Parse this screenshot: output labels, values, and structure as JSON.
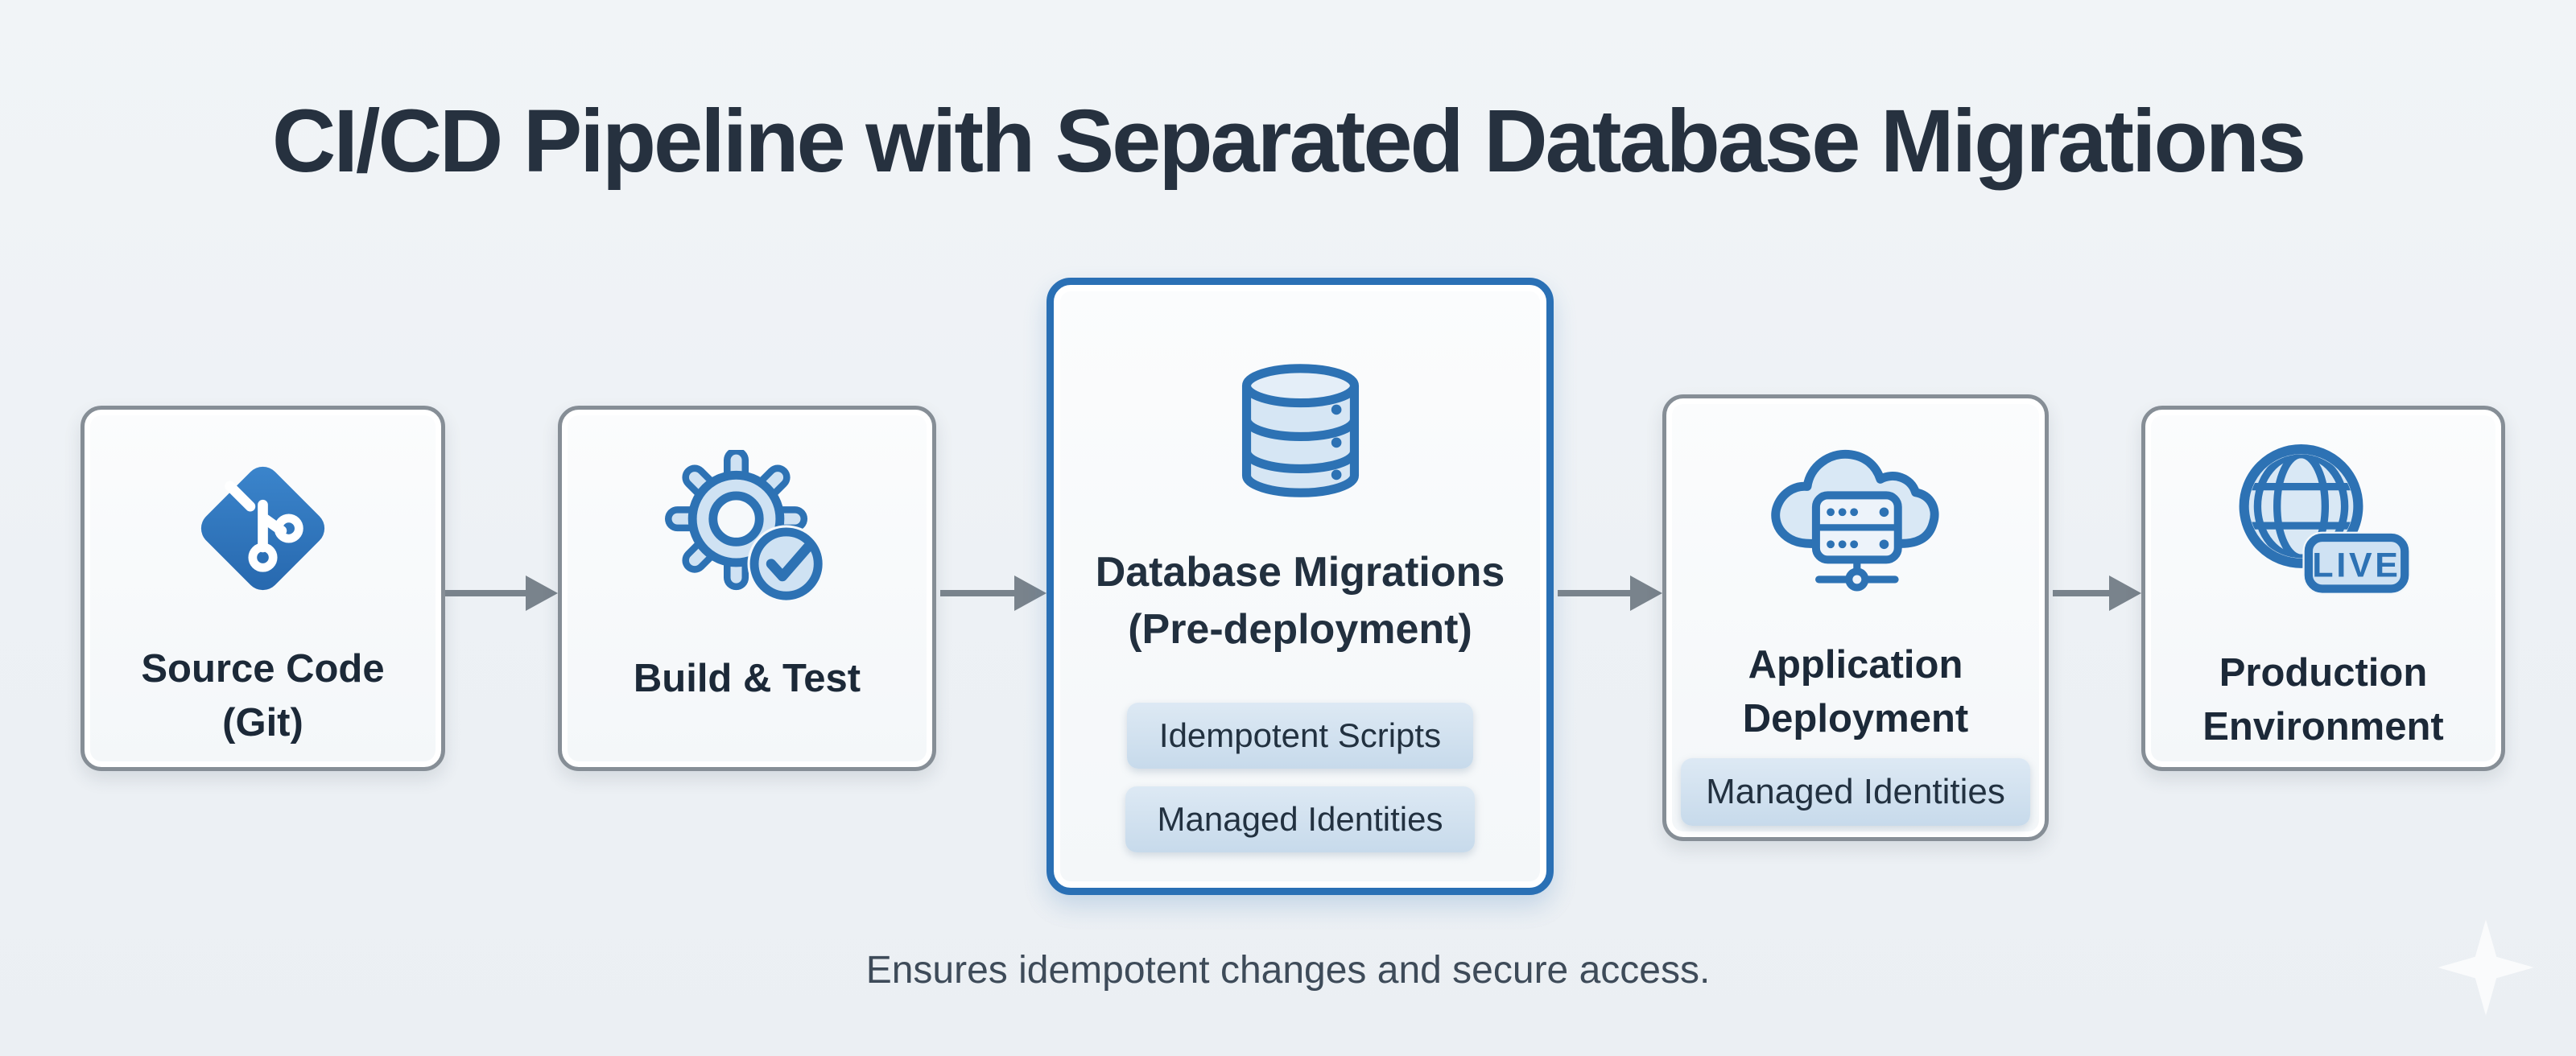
{
  "title": "CI/CD Pipeline with Separated Database Migrations",
  "caption": "Ensures idempotent changes and secure access.",
  "colors": {
    "background": "#eff2f5",
    "title_text": "#26313f",
    "node_border": "#868e96",
    "node_fill": "#f7f9fb",
    "highlight_border": "#2a70b5",
    "icon_stroke_blue": "#2d72b4",
    "icon_fill_light": "#cfe2f3",
    "badge_background": "#cddfee",
    "badge_text": "#223140",
    "arrow_gray": "#79838c",
    "label_text": "#1c2938",
    "caption_text": "#3e4b59"
  },
  "nodes": [
    {
      "id": "source",
      "icon": "git-icon",
      "label_lines": [
        "Source Code",
        "(Git)"
      ],
      "highlighted": false,
      "badges": []
    },
    {
      "id": "build",
      "icon": "gear-check-icon",
      "label_lines": [
        "Build & Test"
      ],
      "highlighted": false,
      "badges": []
    },
    {
      "id": "migrations",
      "icon": "database-icon",
      "label_lines": [
        "Database Migrations",
        "(Pre-deployment)"
      ],
      "highlighted": true,
      "badges": [
        "Idempotent Scripts",
        "Managed Identities"
      ]
    },
    {
      "id": "deploy",
      "icon": "cloud-server-icon",
      "label_lines": [
        "Application",
        "Deployment"
      ],
      "highlighted": false,
      "badges": [
        "Managed Identities"
      ]
    },
    {
      "id": "production",
      "icon": "globe-live-icon",
      "label_lines": [
        "Production",
        "Environment"
      ],
      "highlighted": false,
      "badges": [],
      "icon_badge_text": "LIVE"
    }
  ],
  "connectors": [
    {
      "from": "source",
      "to": "build",
      "type": "arrow-right"
    },
    {
      "from": "build",
      "to": "migrations",
      "type": "arrow-right"
    },
    {
      "from": "migrations",
      "to": "deploy",
      "type": "arrow-right"
    },
    {
      "from": "deploy",
      "to": "production",
      "type": "arrow-right"
    }
  ],
  "decorations": {
    "sparkle_icon": "four-point-star"
  }
}
